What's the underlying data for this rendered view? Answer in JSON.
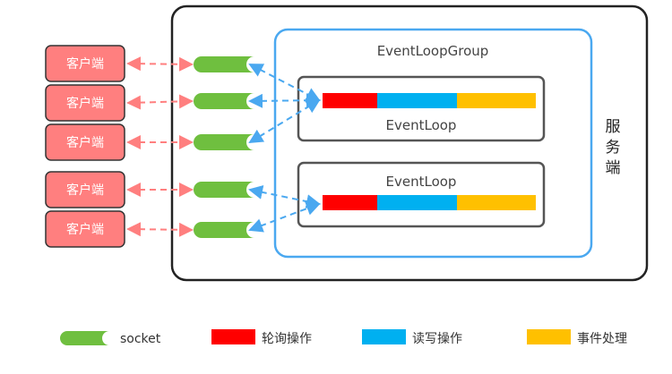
{
  "server": {
    "label": "服务端"
  },
  "group": {
    "label": "EventLoopGroup"
  },
  "event_loops": [
    {
      "label": "EventLoop"
    },
    {
      "label": "EventLoop"
    }
  ],
  "clients": [
    {
      "label": "客户端"
    },
    {
      "label": "客户端"
    },
    {
      "label": "客户端"
    },
    {
      "label": "客户端"
    },
    {
      "label": "客户端"
    }
  ],
  "legend": {
    "socket": "socket",
    "poll": "轮询操作",
    "readwrite": "读写操作",
    "event": "事件处理"
  },
  "colors": {
    "client": "#ff7f7f",
    "socket": "#6fbf3f",
    "poll": "#ff0000",
    "readwrite": "#00b0f0",
    "event": "#ffc000",
    "group_border": "#4aa8f0",
    "client_arrow": "#ff7f7f"
  }
}
